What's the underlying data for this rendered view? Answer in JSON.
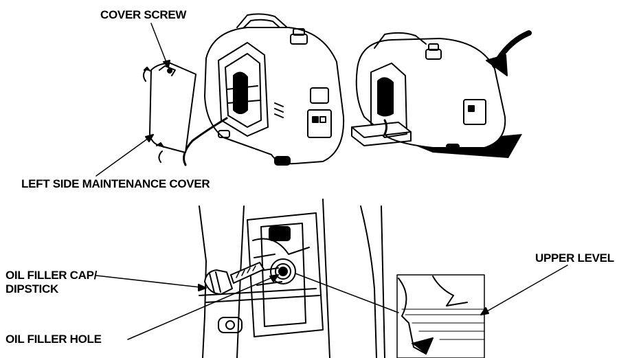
{
  "labels": {
    "cover_screw": "COVER SCREW",
    "left_side_maintenance_cover": "LEFT SIDE MAINTENANCE COVER",
    "oil_filler_cap_line1": "OIL FILLER CAP/",
    "oil_filler_cap_line2": "DIPSTICK",
    "oil_filler_hole": "OIL FILLER HOLE",
    "upper_level": "UPPER LEVEL"
  },
  "colors": {
    "ink": "#000000",
    "paper": "#ffffff",
    "shadow": "#1a1a1a"
  },
  "icons": [
    "curved-arrow-icon"
  ]
}
